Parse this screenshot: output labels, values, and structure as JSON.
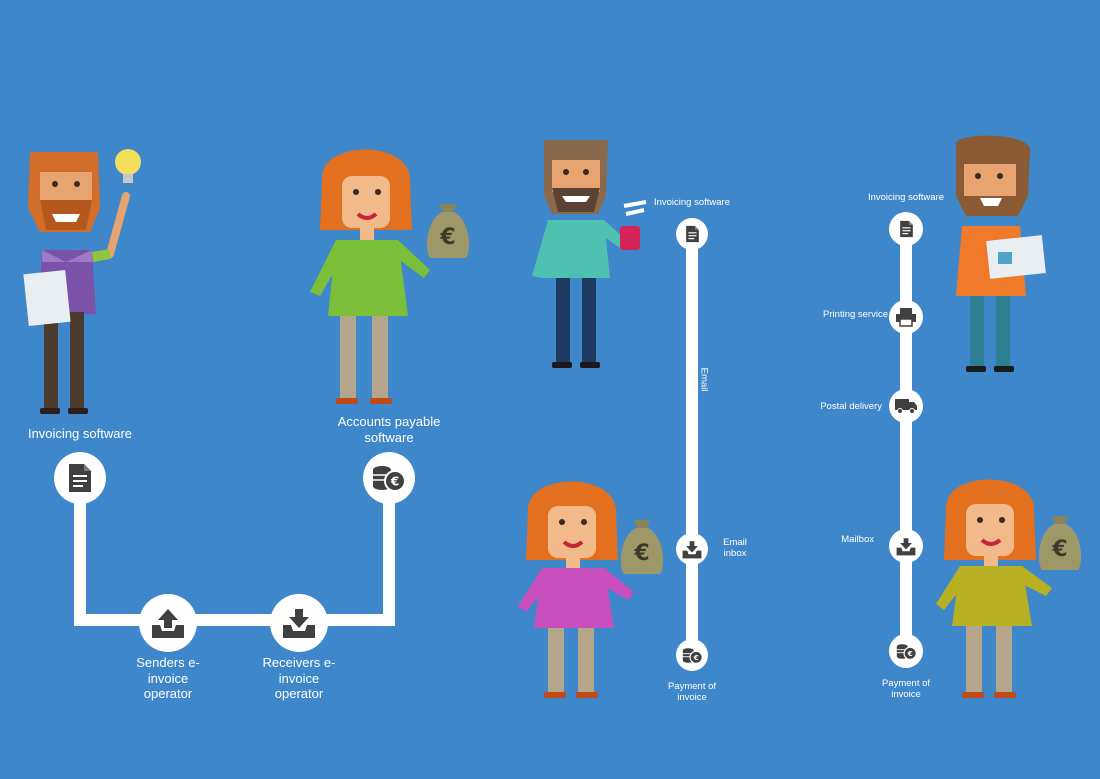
{
  "colors": {
    "background": "#3f87cb",
    "line": "#ffffff",
    "icon": "#404040"
  },
  "panel_einvoice": {
    "sender_label": "Invoicing software",
    "receiver_label": "Accounts payable software",
    "sender_operator_label": "Senders e-invoice operator",
    "receiver_operator_label": "Receivers e-invoice operator",
    "icons": [
      "document-icon",
      "coins-euro-icon",
      "upload-tray-icon",
      "download-tray-icon"
    ]
  },
  "panel_email": {
    "start_label": "Invoicing software",
    "channel_label": "Email",
    "inbox_label": "Email inbox",
    "end_label": "Payment of invoice",
    "icons": [
      "document-icon",
      "download-tray-icon",
      "coins-euro-icon"
    ]
  },
  "panel_postal": {
    "start_label": "Invoicing software",
    "printing_label": "Printing service",
    "postal_label": "Postal delivery",
    "mailbox_label": "Mailbox",
    "end_label": "Payment of invoice",
    "icons": [
      "document-icon",
      "printer-icon",
      "truck-icon",
      "download-tray-icon",
      "coins-euro-icon"
    ]
  }
}
